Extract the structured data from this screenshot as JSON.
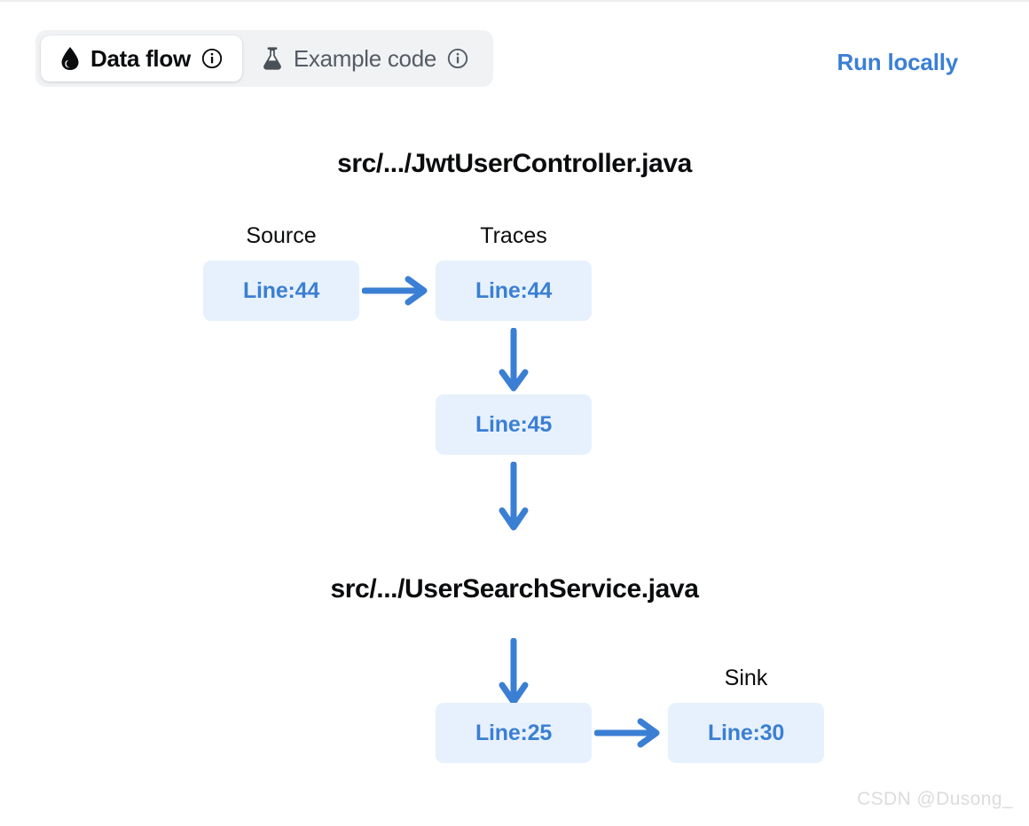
{
  "tabs": [
    {
      "id": "data-flow",
      "label": "Data flow",
      "icon": "droplet-icon",
      "info_icon": "info-icon",
      "active": true
    },
    {
      "id": "example-code",
      "label": "Example code",
      "icon": "flask-icon",
      "info_icon": "info-icon",
      "active": false
    }
  ],
  "actions": {
    "run_locally_label": "Run locally"
  },
  "flow": {
    "files": [
      {
        "id": "file-1",
        "title": "src/.../JwtUserController.java"
      },
      {
        "id": "file-2",
        "title": "src/.../UserSearchService.java"
      }
    ],
    "captions": [
      {
        "id": "source",
        "text": "Source"
      },
      {
        "id": "traces",
        "text": "Traces"
      },
      {
        "id": "sink",
        "text": "Sink"
      }
    ],
    "nodes": [
      {
        "id": "node-source-line44",
        "label": "Line:44",
        "role": "source",
        "file": "src/.../JwtUserController.java"
      },
      {
        "id": "node-trace-line44",
        "label": "Line:44",
        "role": "trace",
        "file": "src/.../JwtUserController.java"
      },
      {
        "id": "node-trace-line45",
        "label": "Line:45",
        "role": "trace",
        "file": "src/.../JwtUserController.java"
      },
      {
        "id": "node-trace-line25",
        "label": "Line:25",
        "role": "trace",
        "file": "src/.../UserSearchService.java"
      },
      {
        "id": "node-sink-line30",
        "label": "Line:30",
        "role": "sink",
        "file": "src/.../UserSearchService.java"
      }
    ],
    "edges": [
      {
        "from": "node-source-line44",
        "to": "node-trace-line44",
        "direction": "right"
      },
      {
        "from": "node-trace-line44",
        "to": "node-trace-line45",
        "direction": "down"
      },
      {
        "from": "node-trace-line45",
        "to": "node-trace-line25",
        "direction": "down"
      },
      {
        "from": "node-trace-line25",
        "to": "node-sink-line30",
        "direction": "right"
      }
    ]
  },
  "watermark": {
    "text": "CSDN @Dusong_"
  },
  "colors": {
    "accent_blue": "#3b7fd4",
    "node_background": "#e7f1fd",
    "tabbar_background": "#f1f2f4",
    "active_tab_background": "#ffffff",
    "inactive_text": "#555c66",
    "text": "#0b0c0e",
    "watermark": "#dcdcdc"
  }
}
